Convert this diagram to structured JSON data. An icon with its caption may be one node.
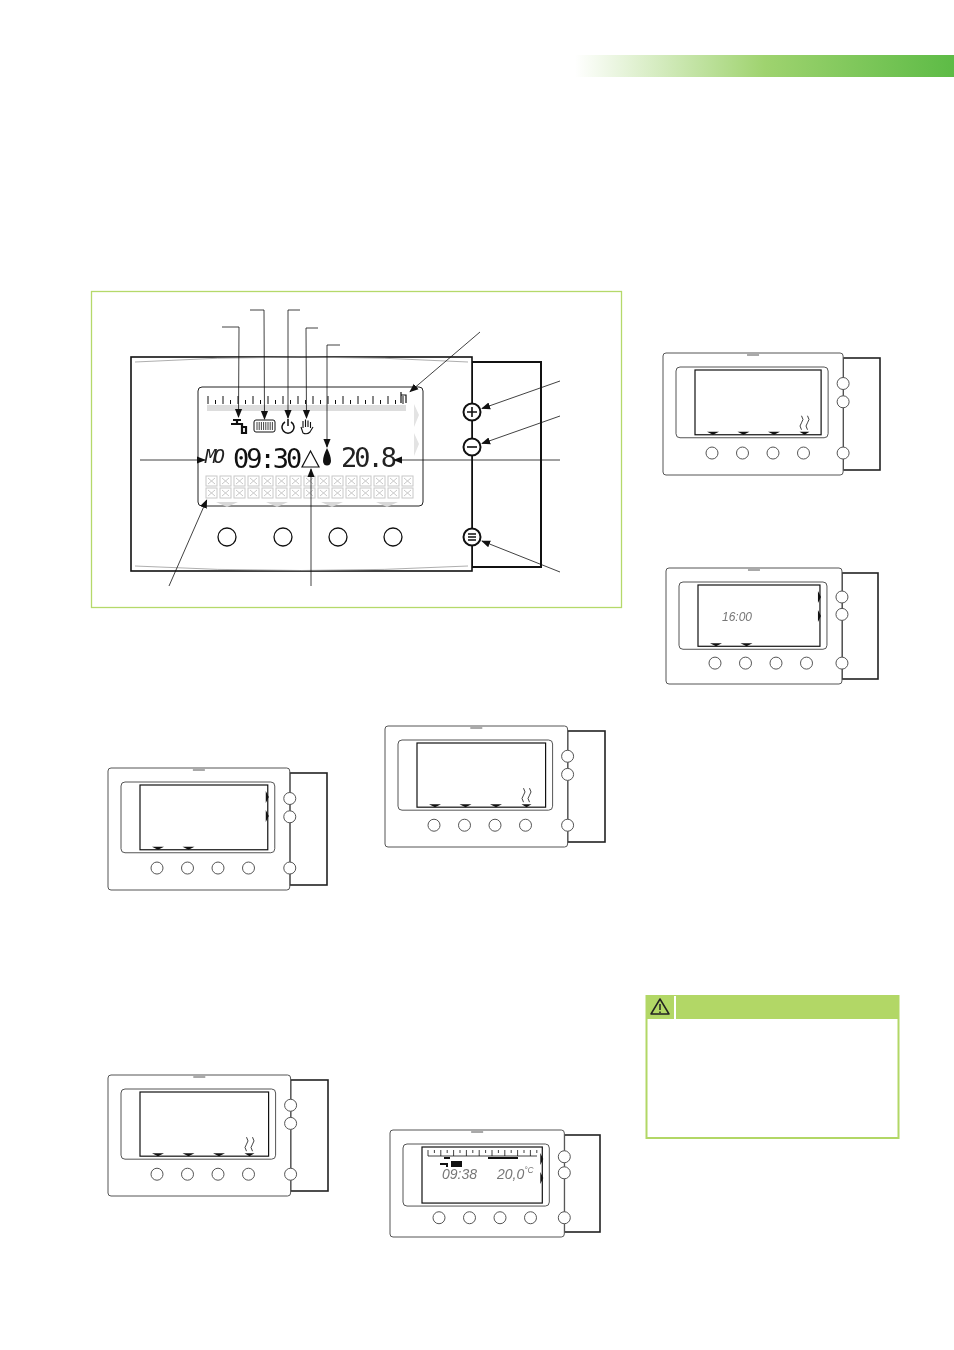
{
  "diagram": {
    "nodes": [
      {
        "text": [],
        "shape": "tap"
      },
      {
        "text": [],
        "shape": "radiator"
      },
      {
        "text": [],
        "shape": "power"
      },
      {
        "text": [],
        "shape": "hand"
      },
      {
        "text": [],
        "shape": "flame"
      },
      {
        "text": [],
        "shape": "scale"
      },
      {
        "text": [],
        "shape": "circle"
      },
      {
        "text": [],
        "shape": "circle"
      },
      {
        "text": [],
        "shape": "circle"
      },
      {
        "text": [
          "MO"
        ]
      },
      {
        "text": [
          "20.8"
        ]
      },
      {
        "text": [],
        "shape": "triangle"
      },
      {
        "text": [],
        "shape": "grid"
      }
    ],
    "edges": [
      {
        "from": null,
        "to": 0,
        "arrow": "to"
      },
      {
        "from": null,
        "to": 1,
        "arrow": "to"
      },
      {
        "from": null,
        "to": 2,
        "arrow": "to"
      },
      {
        "from": null,
        "to": 3,
        "arrow": "to"
      },
      {
        "from": null,
        "to": 4,
        "arrow": "to"
      },
      {
        "from": null,
        "to": 5,
        "arrow": "to"
      },
      {
        "from": null,
        "to": 6,
        "arrow": "to"
      },
      {
        "from": null,
        "to": 7,
        "arrow": "to"
      },
      {
        "from": null,
        "to": 8,
        "arrow": "to"
      },
      {
        "from": null,
        "to": 9,
        "arrow": "to"
      },
      {
        "from": null,
        "to": 10,
        "arrow": "to"
      },
      {
        "from": null,
        "to": 11,
        "arrow": "to"
      },
      {
        "from": null,
        "to": 12,
        "arrow": "to"
      }
    ],
    "labels": [
      "09:30",
      "16:00",
      "09:38",
      "20,0$^{°C}$"
    ]
  }
}
